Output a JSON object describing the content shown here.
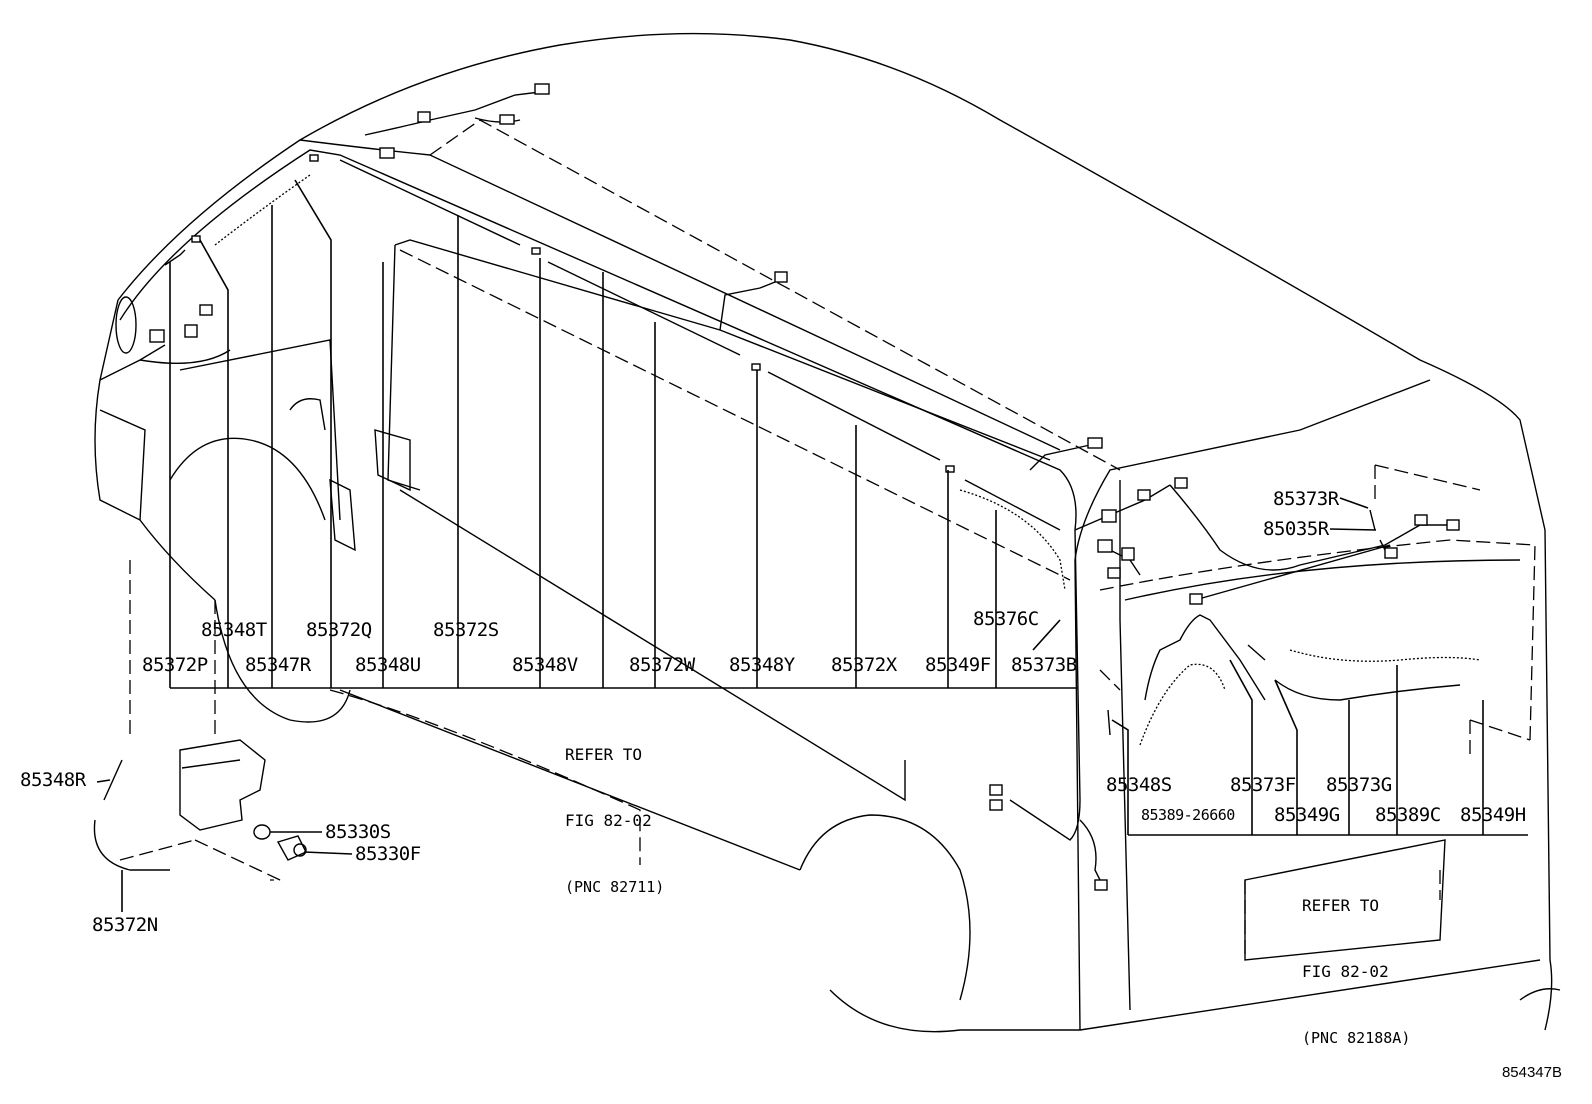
{
  "figure_id": "854347B",
  "references": [
    {
      "line1": "REFER TO",
      "line2": "FIG 82-02",
      "line3": "(PNC 82711)"
    },
    {
      "line1": "REFER TO",
      "line2": "FIG 82-02",
      "line3": "(PNC 82188A)"
    }
  ],
  "part_labels": {
    "p85348T": "85348T",
    "p85372Q": "85372Q",
    "p85372S": "85372S",
    "p85376C": "85376C",
    "p85372P": "85372P",
    "p85347R": "85347R",
    "p85348U": "85348U",
    "p85348V": "85348V",
    "p85372W": "85372W",
    "p85348Y": "85348Y",
    "p85372X": "85372X",
    "p85349F": "85349F",
    "p85373B": "85373B",
    "p85373R": "85373R",
    "p85035R": "85035R",
    "p85348S": "85348S",
    "p85373F": "85373F",
    "p85373G": "85373G",
    "p85389_26660": "85389-26660",
    "p85349G": "85349G",
    "p85389C": "85389C",
    "p85349H": "85349H",
    "p85348R": "85348R",
    "p85330S": "85330S",
    "p85330F": "85330F",
    "p85372N": "85372N"
  }
}
